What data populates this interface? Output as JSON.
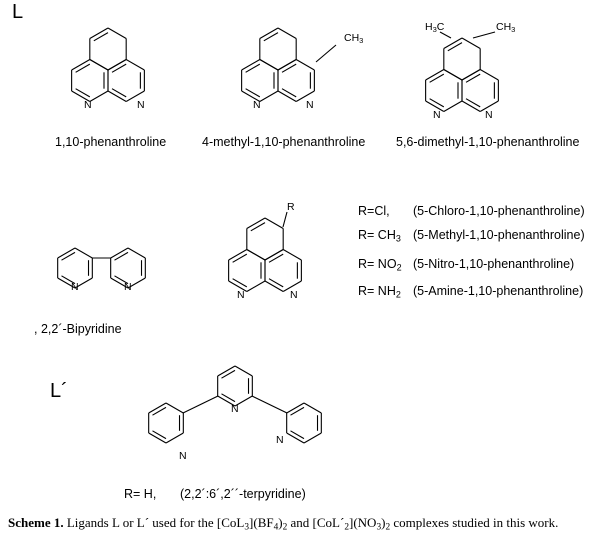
{
  "set_labels": {
    "L": "L",
    "L_prime": "L´"
  },
  "compounds": {
    "phen": {
      "name": "1,10-phenanthroline",
      "atom_n1": "N",
      "atom_n2": "N"
    },
    "methylphen": {
      "name": "4-methyl-1,10-phenanthroline",
      "substituent": "CH",
      "substituent_sub": "3",
      "atom_n1": "N",
      "atom_n2": "N"
    },
    "dimethylphen": {
      "name": "5,6-dimethyl-1,10-phenanthroline",
      "sub_left": "H",
      "sub_left_sub": "3",
      "sub_left_tail": "C",
      "sub_right": "CH",
      "sub_right_sub": "3",
      "atom_n1": "N",
      "atom_n2": "N"
    },
    "bipy": {
      "name": ", 2,2´-Bipyridine",
      "atom_n1": "N",
      "atom_n2": "N"
    },
    "rphen": {
      "substituent": "R",
      "atom_n1": "N",
      "atom_n2": "N"
    },
    "terpy": {
      "atom_n1": "N",
      "atom_n2": "N",
      "atom_n3": "N",
      "r_label": "R= H,",
      "name": "(2,2´:6´,2´´-terpyridine)"
    }
  },
  "substituent_list": [
    {
      "r": "R=Cl,",
      "r_sub": "",
      "name": "(5-Chloro-1,10-phenanthroline)"
    },
    {
      "r": "R= CH",
      "r_sub": "3",
      "name": "(5-Methyl-1,10-phenanthroline)"
    },
    {
      "r": "R= NO",
      "r_sub": "2",
      "name": "(5-Nitro-1,10-phenanthroline)"
    },
    {
      "r": "R= NH",
      "r_sub": "2",
      "name": "(5-Amine-1,10-phenanthroline)"
    }
  ],
  "caption": {
    "bold": "Scheme 1.",
    "t1": " Ligands L or L´ used for the [CoL",
    "s1": "3",
    "t2": "](BF",
    "s2": "4",
    "t3": ")",
    "s3": "2",
    "t4": " and [CoL´",
    "s4": "2",
    "t5": "](NO",
    "s5": "3",
    "t6": ")",
    "s6": "2",
    "t7": " complexes studied in this work."
  }
}
